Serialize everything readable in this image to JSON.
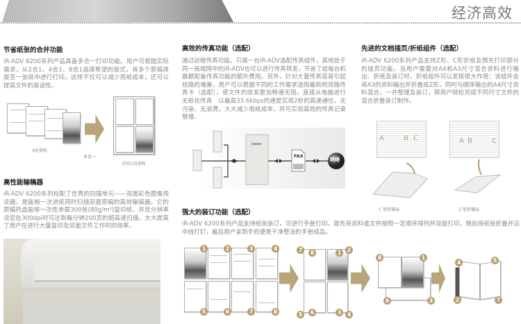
{
  "header": {
    "title": "经济高效"
  },
  "merge": {
    "heading": "节省纸张的合并功能",
    "body": "iR-ADV 6200系列产品具备多合一打印功能。用户可根据实际需求，从2合1、4合1、8合1选择希望的版式，将多个原稿排版至一张纸中进行打印。这样不仅可以减少用纸成本，还可以提高文件的易读性。",
    "caption_input": "4份资料",
    "caption_action": "多合一",
    "caption_output": "打印1份资料"
  },
  "feeder": {
    "heading": "高性能输稿器",
    "body": "iR-ADV 6200系列标配了优秀的扫描单元——双面彩色图像阅读器，是能够一次进纸同时扫描双面原稿的高效输稿器。它的原稿托盘能够一次性承载300张(80g/m²)复印纸，并且分辨率设定在300dpi时可达到每分钟200页的超高速扫描，大大提高了用户在进行大量复印及双面文件工作时的效率。"
  },
  "fax": {
    "heading": "高效的传真功能（选配）",
    "body": "通过远程传真功能，只需一台iR-ADV选配传真组件，其他处于同一局域网中的iR-ADV也可以进行传真转发，节省了给每台机器都配备传真功能的额外费用。另外，针对大量传真容易引起线路的堵塞，用户可以根据不同的工作需求选购最新的双路传真卡（选配），使文件的收发更加畅通无阻。直接从电脑进行无纸化传真　以最高33.6kbps的速度实现2秒的高速通信，无污染、无浪费，大大减少用纸成本，并可实现高效的传真记录管理。",
    "doc_label": "FAX",
    "network_label": "网络"
  },
  "fold": {
    "heading": "先进的文档插页/折纸组件（选配）",
    "body": "iR-ADV 6200系列产品支持Z形、C形折纸及预先打印部分的插页功能。当用户需要对A4和A3尺寸混合资料进行输出、折纸及装订时，折纸组件可以发挥很大作用：该组件会将A3的资料输出并折叠成Z形，同时与顺序输出的A4尺寸资料混合，一并整理及装订，帮用户轻松完成不同尺寸文件的混合折叠装订制作。",
    "panels": [
      "A",
      "B",
      "C"
    ],
    "caption_c": "C 型折输出",
    "caption_z": "Z 型折输出"
  },
  "binding": {
    "heading": "强大的装订功能（选配）",
    "body": "iR-ADV 6200系列产品支持纸张装订，可进行手册打印。首先将资料或文件按照一定顺序排列并双面打印，随后将纸张折叠并沿中线打钉，最后用户拿到手的便是干净整洁的手册成品。",
    "pages": [
      "1",
      "2",
      "3",
      "4",
      "5",
      "6",
      "7",
      "8"
    ]
  },
  "colors": {
    "accent": "#b39e70",
    "title": "#777777",
    "body": "#8a8a8a"
  }
}
